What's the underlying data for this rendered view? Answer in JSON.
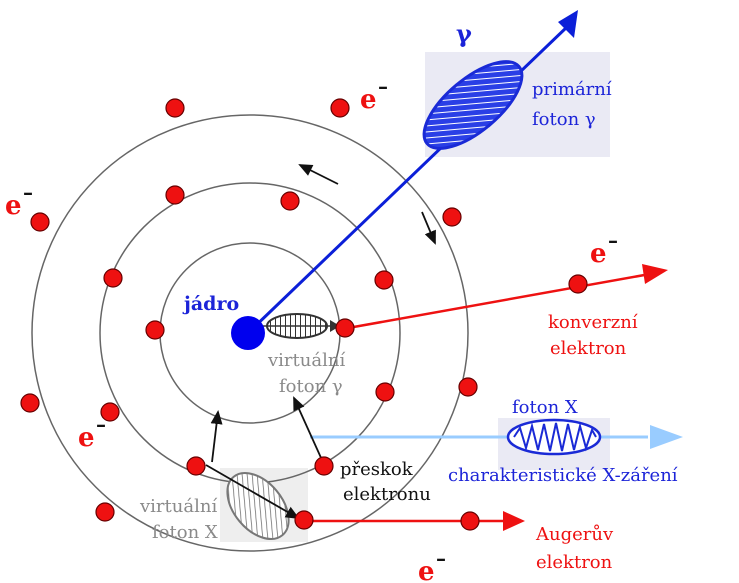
{
  "colors": {
    "nucleus": "#0000ee",
    "electron": "#ee1111",
    "orbit": "#666666",
    "gamma_ray": "#0b1fd8",
    "conversion_ray": "#ee1111",
    "xray_beam": "#99ccff",
    "label_blue": "#1c24d8",
    "label_red": "#ee1111",
    "label_gray": "#8a8a8a",
    "label_black": "#111111"
  },
  "labels": {
    "gamma_symbol": "γ",
    "primary_photon_line1": "primární",
    "primary_photon_line2": "foton γ",
    "nucleus": "jádro",
    "electron_symbol": "e",
    "electron_superscript": "–",
    "conversion_line1": "konverzní",
    "conversion_line2": "elektron",
    "virtual_gamma_line1": "virtuální",
    "virtual_gamma_line2": "foton γ",
    "xray_photon": "foton X",
    "characteristic_xray": "charakteristické X-záření",
    "jump_line1": "přeskok",
    "jump_line2": "elektronu",
    "virtual_x_line1": "virtuální",
    "virtual_x_line2": "foton X",
    "auger_line1": "Augerův",
    "auger_line2": "elektron"
  }
}
